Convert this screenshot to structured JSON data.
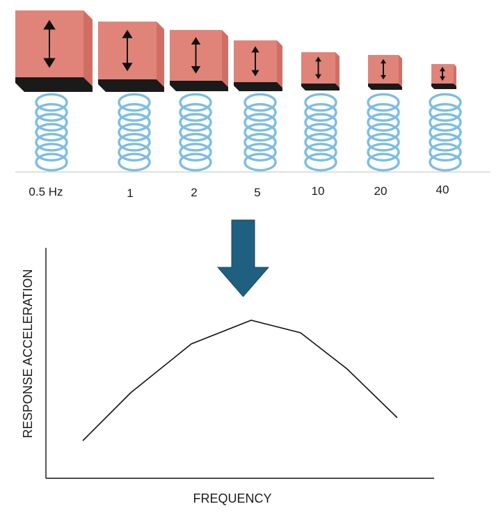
{
  "oscillators": [
    {
      "label": "0.5 Hz"
    },
    {
      "label": "1"
    },
    {
      "label": "2"
    },
    {
      "label": "5"
    },
    {
      "label": "10"
    },
    {
      "label": "20"
    },
    {
      "label": "40"
    }
  ],
  "colors": {
    "mass_front": "#e08479",
    "mass_top": "#e99c93",
    "mass_side": "#d16e64",
    "mass_base": "#1a1a1a",
    "spring": "#7dbde2",
    "arrow": "#1f5f80",
    "curve": "#111111",
    "ground": "#cccccc"
  },
  "icons": {
    "mass": "pink-block",
    "spring": "blue-coil-spring",
    "motion": "double-headed-arrow",
    "transition": "down-arrow"
  },
  "response_chart": {
    "xlabel": "FREQUENCY",
    "ylabel": "RESPONSE ACCELERATION"
  }
}
